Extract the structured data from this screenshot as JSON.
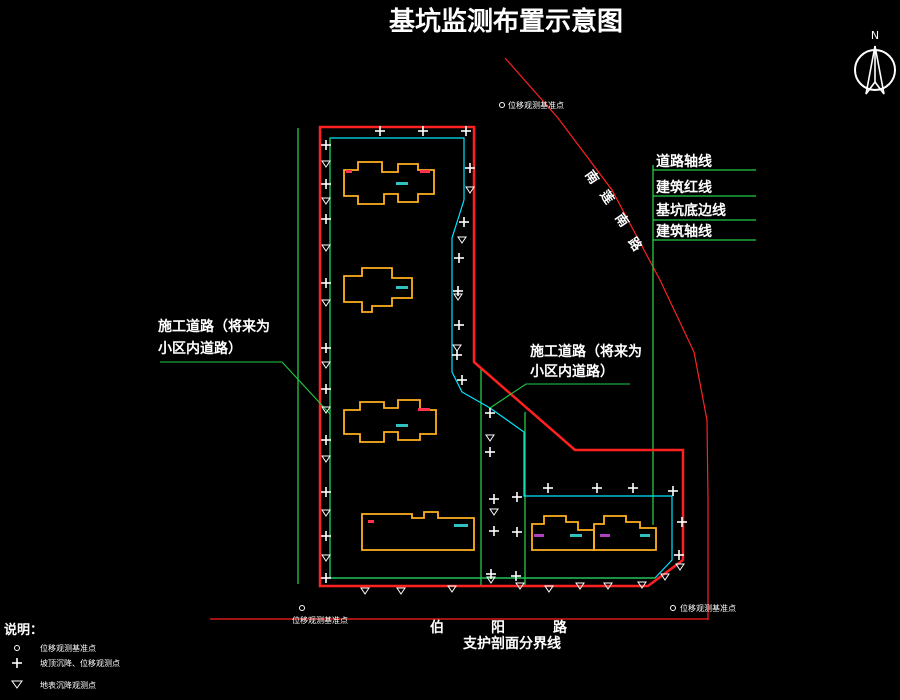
{
  "title": "基坑监测布置示意图",
  "north_label": "N",
  "road_labels": {
    "east_road_chars": [
      "南",
      "莲",
      "南",
      "路"
    ],
    "south_road_chars": [
      "伯",
      "阳",
      "路"
    ]
  },
  "legend_lines": {
    "road_axis": "道路轴线",
    "building_red_line": "建筑红线",
    "pit_bottom_line": "基坑底边线",
    "building_axis": "建筑轴线"
  },
  "construction_road_left": [
    "施工道路（将来为",
    "小区内道路）"
  ],
  "construction_road_right": [
    "施工道路（将来为",
    "小区内道路）"
  ],
  "benchmark_label": "位移观测基准点",
  "section_boundary_label": "支护剖面分界线",
  "explanation": {
    "heading": "说明：",
    "items": [
      {
        "symbol": "circle-icon",
        "text": "位移观测基准点"
      },
      {
        "symbol": "plus-icon",
        "text": "坡顶沉降、位移观测点"
      },
      {
        "symbol": "triangle-icon",
        "text": "地表沉降观测点"
      }
    ]
  },
  "colors": {
    "background": "#000000",
    "pit_red_line": "#ff2020",
    "pit_edge_blue": "#00e5ff",
    "axis_green": "#22cc44",
    "building_outline": "#ffb020",
    "markers": "#ffffff"
  }
}
